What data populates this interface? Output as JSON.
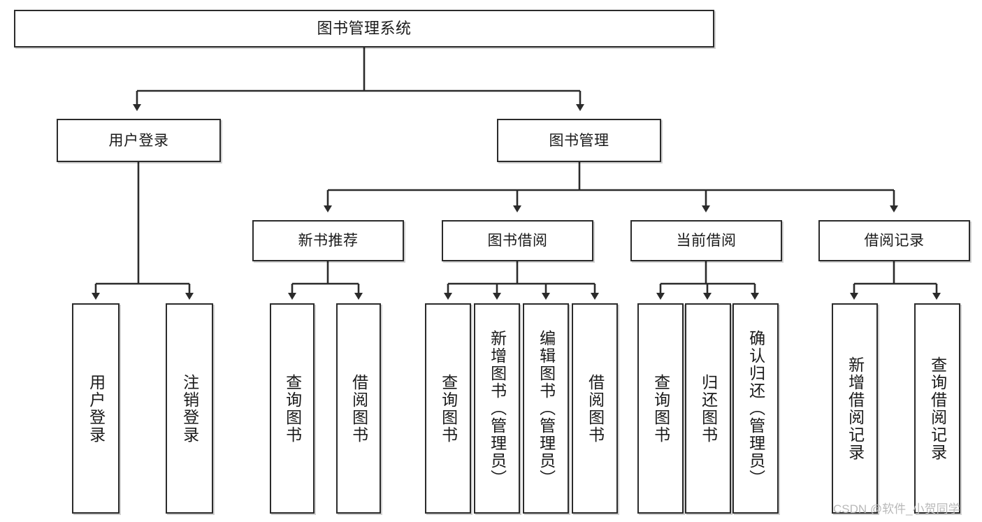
{
  "diagram": {
    "title": "图书管理系统",
    "type": "functional-structure-tree",
    "watermark": "CSDN @软件_小贺同学",
    "colors": {
      "stroke": "#2b2b2b",
      "fill": "#ffffff",
      "text": "#1a1a1a",
      "watermark": "#b9b9b9"
    }
  },
  "nodes": {
    "root": {
      "label": "图书管理系统"
    },
    "level2": [
      {
        "label": "用户登录"
      },
      {
        "label": "图书管理"
      }
    ],
    "level3": [
      {
        "label": "新书推荐"
      },
      {
        "label": "图书借阅"
      },
      {
        "label": "当前借阅"
      },
      {
        "label": "借阅记录"
      }
    ],
    "leaves": {
      "user_login": [
        {
          "label": "用户登录"
        },
        {
          "label": "注销登录"
        }
      ],
      "new_book_recommend": [
        {
          "label": "查询图书"
        },
        {
          "label": "借阅图书"
        }
      ],
      "book_borrow": [
        {
          "label": "查询图书"
        },
        {
          "label": "新增图书（管理员）"
        },
        {
          "label": "编辑图书（管理员）"
        },
        {
          "label": "借阅图书"
        }
      ],
      "current_borrow": [
        {
          "label": "查询图书"
        },
        {
          "label": "归还图书"
        },
        {
          "label": "确认归还（管理员）"
        }
      ],
      "borrow_record": [
        {
          "label": "新增借阅记录"
        },
        {
          "label": "查询借阅记录"
        }
      ]
    }
  }
}
